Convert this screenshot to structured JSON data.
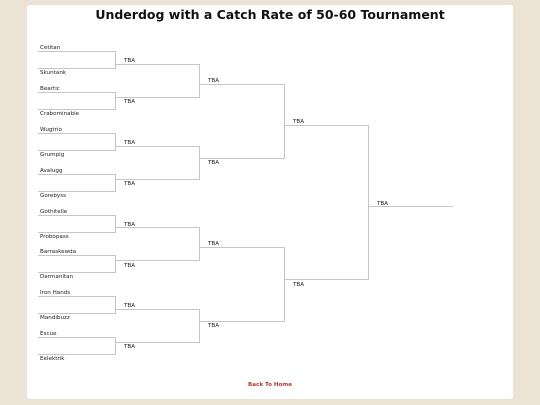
{
  "title": "Underdog with a Catch Rate of 50-60 Tournament",
  "entrants": [
    "Cetitan",
    "Skuntank",
    "Beartic",
    "Crabominable",
    "Wugtrio",
    "Grumpig",
    "Avalugg",
    "Gorebyss",
    "Gothitelle",
    "Probopass",
    "Barraskewda",
    "Darmanitan",
    "Iron Hands",
    "Mandibuzz",
    "Escue",
    "Eelektrik"
  ],
  "round1": [
    "TBA",
    "TBA",
    "TBA",
    "TBA",
    "TBA",
    "TBA",
    "TBA",
    "TBA"
  ],
  "round2": [
    "TBA",
    "TBA",
    "TBA",
    "TBA"
  ],
  "round3": [
    "TBA",
    "TBA"
  ],
  "final": [
    "TBA"
  ],
  "back_link": "Back To Home"
}
